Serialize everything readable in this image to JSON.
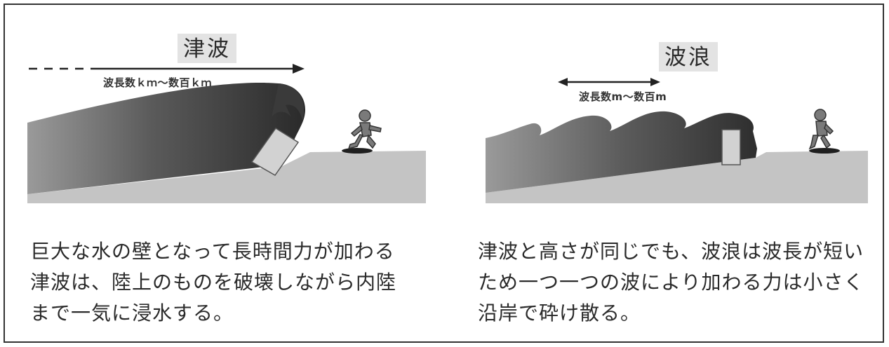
{
  "tsunami": {
    "title": "津波",
    "wavelength": "波長数ｋｍ～数百ｋｍ",
    "caption": [
      "巨大な水の壁となって長時間力が加わる",
      "津波は、陸上のものを破壊しながら内陸",
      "まで一気に浸水する。"
    ]
  },
  "waves": {
    "title": "波浪",
    "wavelength": "波長数m～数百m",
    "caption": [
      "津波と高さが同じでも、波浪は波長が短い",
      "ため一つ一つの波により加わる力は小さく",
      "沿岸で砕け散る。"
    ]
  }
}
